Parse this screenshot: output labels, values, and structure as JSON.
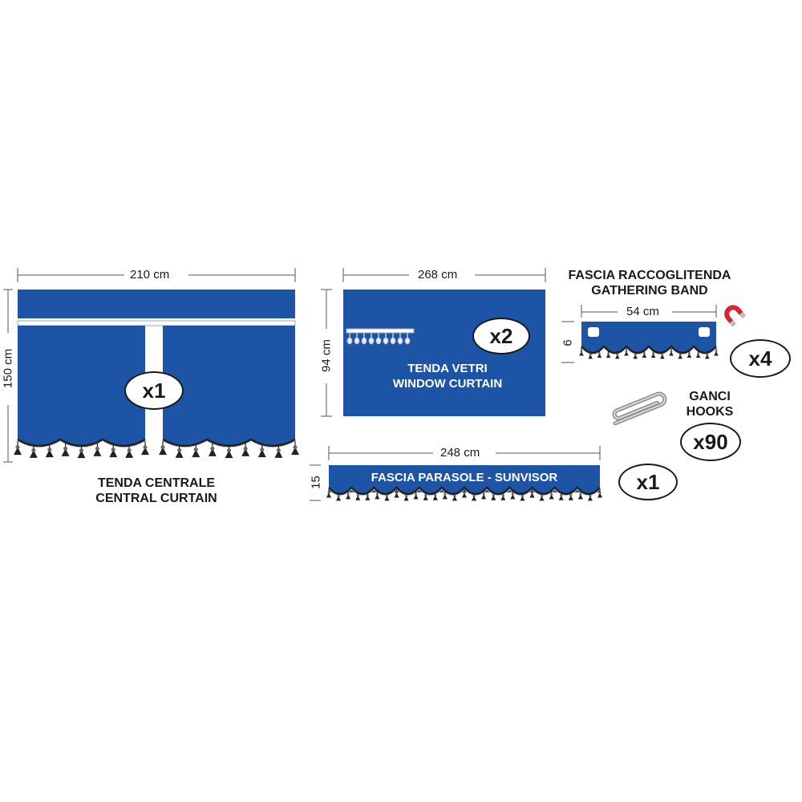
{
  "colors": {
    "fabric": "#1d54a6",
    "fabric_dark": "#163f80",
    "fringe": "#222222",
    "trim": "#cfcfcf",
    "line": "#555555"
  },
  "central_curtain": {
    "width_label": "210 cm",
    "height_label": "150 cm",
    "quantity": "x1",
    "title_it": "TENDA CENTRALE",
    "title_en": "CENTRAL CURTAIN"
  },
  "window_curtain": {
    "width_label": "268 cm",
    "height_label": "94 cm",
    "quantity": "x2",
    "title_it": "TENDA VETRI",
    "title_en": "WINDOW CURTAIN"
  },
  "sunvisor": {
    "width_label": "248 cm",
    "height_label": "15",
    "quantity": "x1",
    "title": "FASCIA PARASOLE - SUNVISOR"
  },
  "gathering_band": {
    "title_it": "FASCIA RACCOGLITENDA",
    "title_en": "GATHERING BAND",
    "width_label": "54 cm",
    "height_label": "6",
    "quantity": "x4",
    "icon": "magnet-icon"
  },
  "hooks": {
    "title_it": "GANCI",
    "title_en": "HOOKS",
    "quantity": "x90",
    "icon": "hook-icon"
  }
}
